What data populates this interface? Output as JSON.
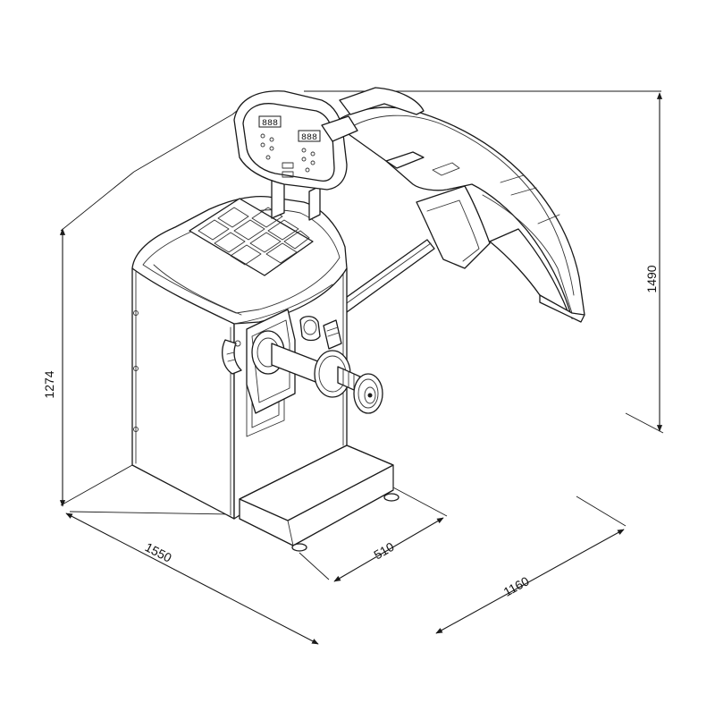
{
  "dimensions": {
    "width_label": "1550",
    "depth_label": "1160",
    "base_label": "510",
    "height_label": "1274",
    "overall_height_label": "1490"
  },
  "display": {
    "left_digits": "888",
    "right_digits": "888"
  }
}
